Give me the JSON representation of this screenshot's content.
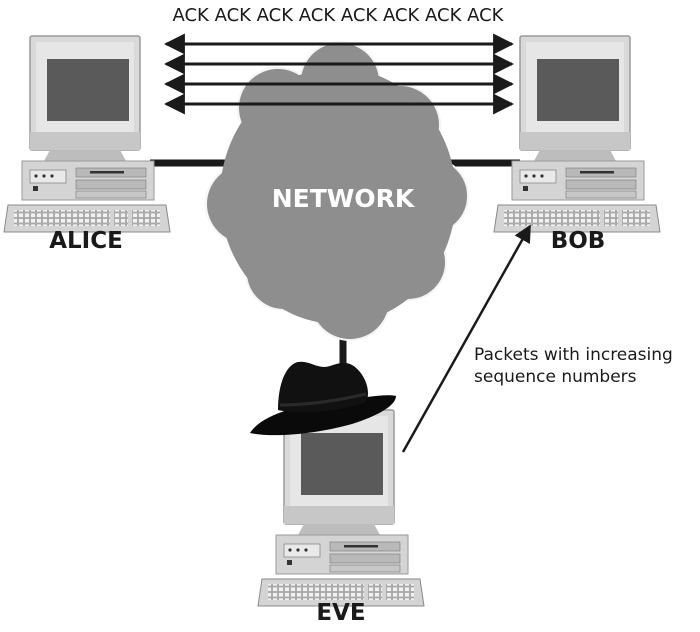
{
  "diagram": {
    "ack_banner": "ACK ACK ACK ACK ACK ACK ACK ACK",
    "network_label": "NETWORK",
    "hosts": {
      "alice": "ALICE",
      "bob": "BOB",
      "eve": "EVE"
    },
    "annotation": {
      "line1": "Packets with increasing",
      "line2": "sequence numbers"
    },
    "icons": {
      "computer": "desktop-computer-icon",
      "hat": "black-hat-icon",
      "cloud": "network-cloud-icon"
    },
    "colors": {
      "cloud": "#8e8e8e",
      "computer_light": "#d7d7d7",
      "screen": "#5a5a5a",
      "ink": "#1a1a1a"
    }
  }
}
